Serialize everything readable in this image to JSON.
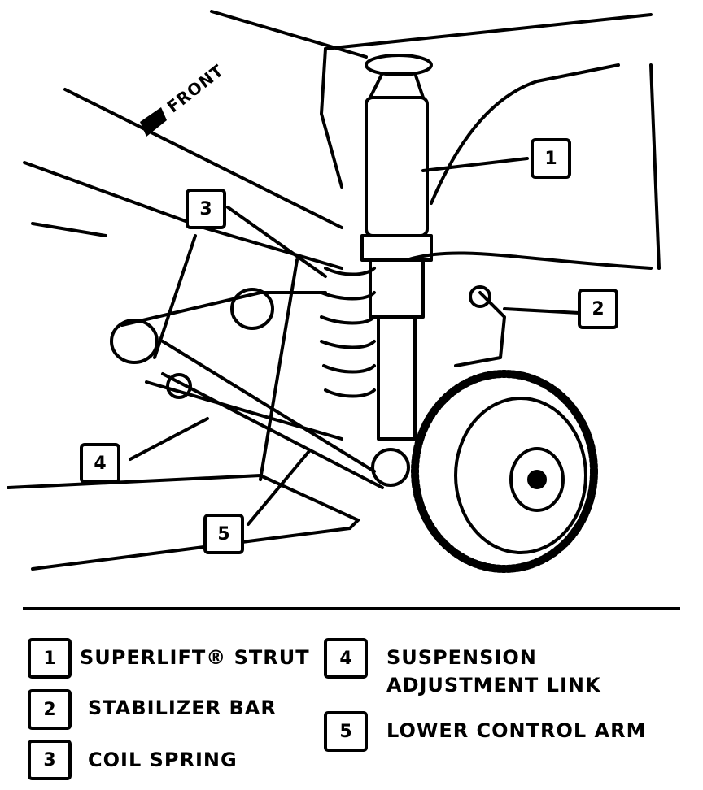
{
  "diagram": {
    "front_label": "FRONT",
    "callouts": [
      "1",
      "2",
      "3",
      "4",
      "5"
    ]
  },
  "legend": [
    {
      "number": "1",
      "label": "SUPERLIFT® STRUT"
    },
    {
      "number": "2",
      "label": "STABILIZER BAR"
    },
    {
      "number": "3",
      "label": "COIL SPRING"
    },
    {
      "number": "4",
      "label_line1": "SUSPENSION",
      "label_line2": "ADJUSTMENT LINK"
    },
    {
      "number": "5",
      "label": "LOWER CONTROL ARM"
    }
  ]
}
